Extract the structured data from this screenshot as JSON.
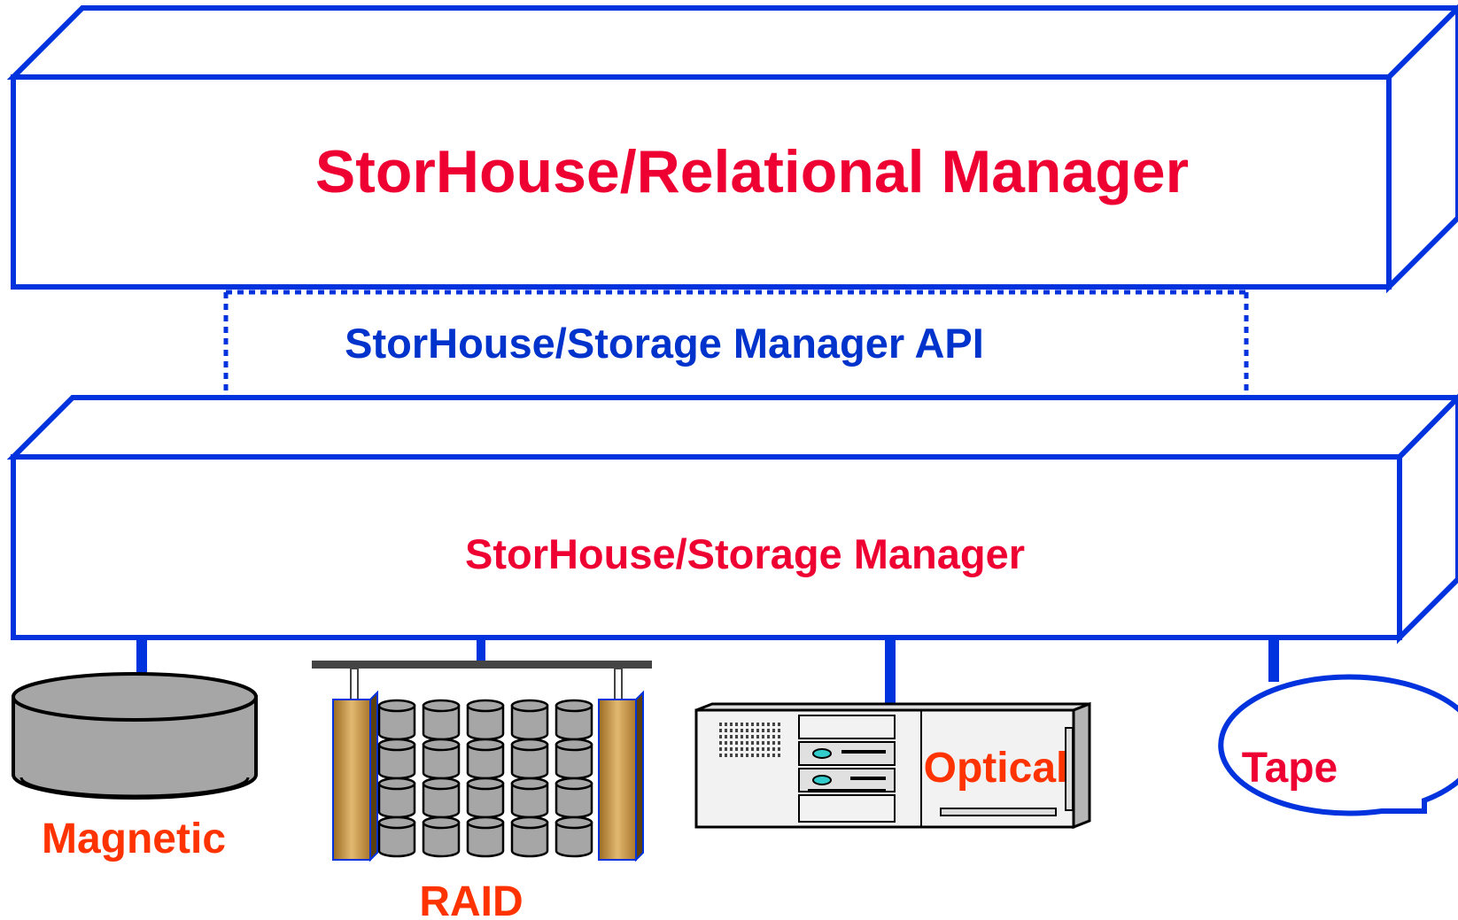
{
  "diagram": {
    "top_box": {
      "label": "StorHouse/Relational Manager"
    },
    "api_layer": {
      "label": "StorHouse/Storage Manager API"
    },
    "storage_box": {
      "label": "StorHouse/Storage Manager"
    },
    "devices": {
      "magnetic": {
        "label": "Magnetic",
        "icon": "disk-drum-icon"
      },
      "raid": {
        "label": "RAID",
        "icon": "raid-array-icon"
      },
      "optical": {
        "label": "Optical",
        "icon": "optical-drive-icon"
      },
      "tape": {
        "label": "Tape",
        "icon": "tape-reel-icon"
      }
    }
  },
  "colors": {
    "box_stroke": "#0033dd",
    "primary_text": "#ee0033",
    "api_text": "#0033cc",
    "device_text": "#ff3300",
    "disk_fill": "#a6a6a6",
    "rail_fill": "#c8963c",
    "chassis_fill": "#f2f2f2"
  }
}
